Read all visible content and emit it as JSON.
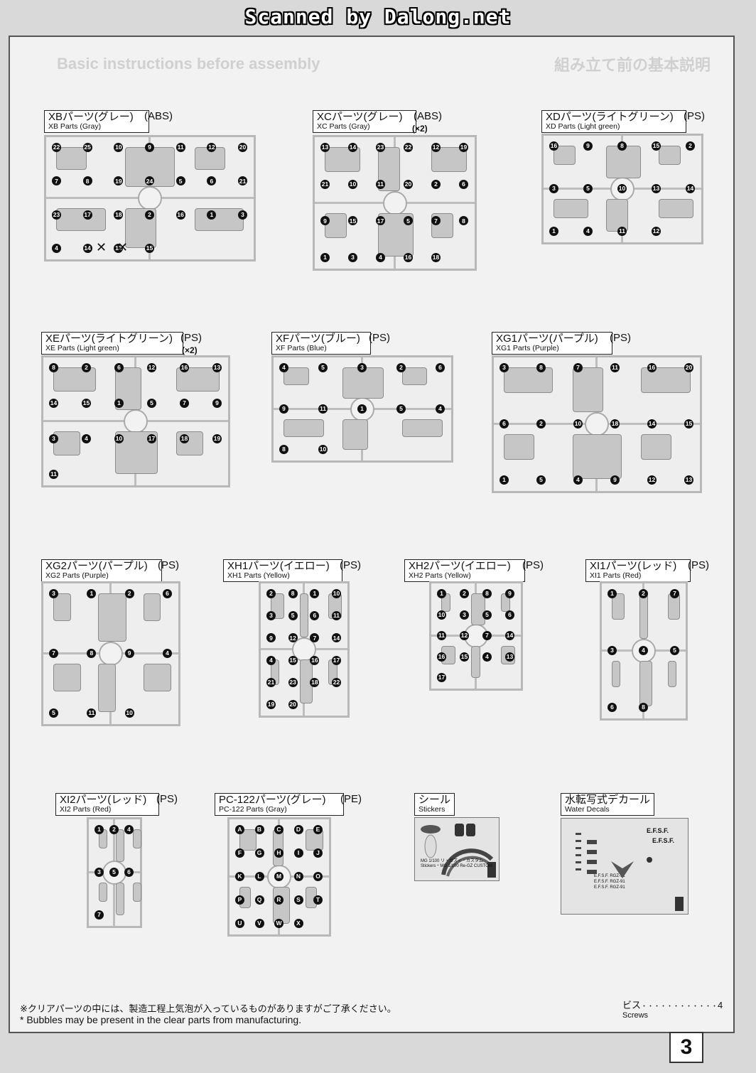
{
  "header": {
    "scan_credit": "Scanned by Dalong.net"
  },
  "ghost_title": {
    "left": "Basic instructions before assembly",
    "right": "組み立て前の基本説明"
  },
  "sprues": [
    {
      "jp": "XBパーツ(グレー)",
      "en": "XB Parts (Gray)",
      "material": "(ABS)",
      "qty": "",
      "numbers": [
        "22",
        "25",
        "10",
        "9",
        "11",
        "12",
        "20",
        "7",
        "8",
        "19",
        "24",
        "5",
        "6",
        "21",
        "23",
        "17",
        "18",
        "2",
        "16",
        "1",
        "3",
        "4",
        "14",
        "13",
        "15"
      ],
      "crossed": [
        "3",
        "4"
      ]
    },
    {
      "jp": "XCパーツ(グレー)",
      "en": "XC Parts (Gray)",
      "material": "(ABS)",
      "qty": "(×2)",
      "numbers": [
        "13",
        "14",
        "23",
        "22",
        "12",
        "19",
        "21",
        "10",
        "11",
        "20",
        "2",
        "6",
        "9",
        "15",
        "17",
        "5",
        "7",
        "8",
        "1",
        "3",
        "4",
        "16",
        "18"
      ],
      "crossed": []
    },
    {
      "jp": "XDパーツ(ライトグリーン)",
      "en": "XD Parts (Light green)",
      "material": "(PS)",
      "qty": "",
      "numbers": [
        "16",
        "9",
        "8",
        "15",
        "2",
        "3",
        "5",
        "10",
        "13",
        "14",
        "1",
        "4",
        "11",
        "12"
      ],
      "crossed": []
    },
    {
      "jp": "XEパーツ(ライトグリーン)",
      "en": "XE Parts (Light green)",
      "material": "(PS)",
      "qty": "(×2)",
      "numbers": [
        "8",
        "2",
        "6",
        "12",
        "16",
        "13",
        "14",
        "15",
        "1",
        "5",
        "7",
        "9",
        "3",
        "4",
        "10",
        "17",
        "18",
        "19",
        "11"
      ],
      "crossed": []
    },
    {
      "jp": "XFパーツ(ブルー)",
      "en": "XF Parts (Blue)",
      "material": "(PS)",
      "qty": "",
      "numbers": [
        "4",
        "5",
        "3",
        "2",
        "6",
        "9",
        "11",
        "1",
        "5",
        "4",
        "8",
        "10"
      ],
      "crossed": []
    },
    {
      "jp": "XG1パーツ(パープル)",
      "en": "XG1 Parts (Purple)",
      "material": "(PS)",
      "qty": "",
      "numbers": [
        "3",
        "8",
        "7",
        "11",
        "16",
        "20",
        "6",
        "2",
        "10",
        "18",
        "14",
        "15",
        "1",
        "5",
        "4",
        "9",
        "12",
        "13"
      ],
      "crossed": []
    },
    {
      "jp": "XG2パーツ(パープル)",
      "en": "XG2 Parts (Purple)",
      "material": "(PS)",
      "qty": "",
      "numbers": [
        "3",
        "1",
        "2",
        "6",
        "7",
        "8",
        "9",
        "4",
        "5",
        "11",
        "10"
      ],
      "crossed": []
    },
    {
      "jp": "XH1パーツ(イエロー)",
      "en": "XH1 Parts (Yellow)",
      "material": "(PS)",
      "qty": "",
      "numbers": [
        "2",
        "8",
        "1",
        "10",
        "3",
        "5",
        "6",
        "11",
        "9",
        "12",
        "7",
        "14",
        "4",
        "15",
        "16",
        "17",
        "21",
        "23",
        "18",
        "22",
        "19",
        "20"
      ],
      "crossed": []
    },
    {
      "jp": "XH2パーツ(イエロー)",
      "en": "XH2 Parts (Yellow)",
      "material": "(PS)",
      "qty": "",
      "numbers": [
        "1",
        "2",
        "8",
        "9",
        "10",
        "3",
        "5",
        "6",
        "11",
        "12",
        "7",
        "14",
        "16",
        "15",
        "4",
        "13",
        "17"
      ],
      "crossed": []
    },
    {
      "jp": "XI1パーツ(レッド)",
      "en": "XI1 Parts (Red)",
      "material": "(PS)",
      "qty": "",
      "numbers": [
        "1",
        "2",
        "7",
        "3",
        "4",
        "5",
        "6",
        "8"
      ],
      "crossed": []
    },
    {
      "jp": "XI2パーツ(レッド)",
      "en": "XI2 Parts (Red)",
      "material": "(PS)",
      "qty": "",
      "numbers": [
        "1",
        "2",
        "4",
        "3",
        "5",
        "6",
        "7"
      ],
      "crossed": []
    },
    {
      "jp": "PC-122パーツ(グレー)",
      "en": "PC-122 Parts (Gray)",
      "material": "(PE)",
      "qty": "",
      "numbers": [
        "A",
        "B",
        "C",
        "D",
        "E",
        "F",
        "G",
        "H",
        "I",
        "J",
        "K",
        "L",
        "M",
        "N",
        "O",
        "P",
        "Q",
        "R",
        "S",
        "T",
        "U",
        "V",
        "W",
        "X"
      ],
      "crossed": []
    }
  ],
  "stickers": {
    "jp": "シール",
    "en": "Stickers",
    "fine_print": [
      "MG 1/100 リ・ガズィ・カスタム",
      "Stickers・MG 1/100 Re-GZ CUSTOM"
    ]
  },
  "decals": {
    "jp": "水転写式デカール",
    "en": "Water Decals",
    "marks": [
      "E.F.S.F.",
      "E.F.S.F.",
      "E.F.S.F. RGZ-91",
      "E.F.S.F. RGZ-91",
      "E.F.S.F. RGZ-91"
    ]
  },
  "footnote": {
    "jp": "※クリアパーツの中には、製造工程上気泡が入っているものがありますがご了承ください。",
    "en": "* Bubbles may be present in the clear parts from manufacturing."
  },
  "screws": {
    "jp": "ビス",
    "dots": "・・・・・・・・・・・・",
    "count": "4",
    "en": "Screws"
  },
  "page_number": "3"
}
